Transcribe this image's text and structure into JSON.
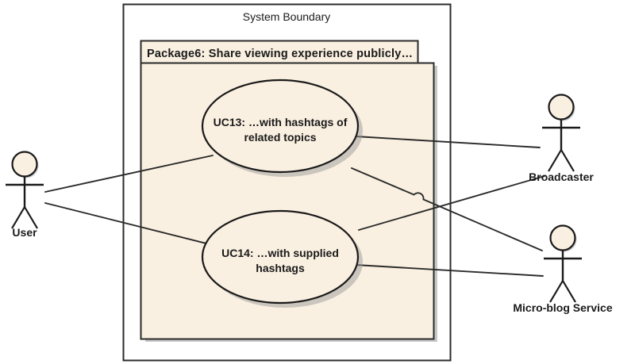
{
  "diagram": {
    "type": "uml-use-case-diagram",
    "background_color": "#FFFFFF",
    "fill_color": "#FAF0E1",
    "stroke_color": "#2B2B2B",
    "text_color": "#1A1A1A",
    "shadow_color": "#8C8C8C"
  },
  "system_boundary": {
    "title": "System Boundary"
  },
  "package": {
    "title": "Package6: Share viewing experience publicly…"
  },
  "use_cases": [
    {
      "id": "UC13",
      "line1": "UC13: …with hashtags of",
      "line2": "related topics"
    },
    {
      "id": "UC14",
      "line1": "UC14: …with supplied",
      "line2": "hashtags"
    }
  ],
  "actors": [
    {
      "id": "user",
      "label": "User"
    },
    {
      "id": "broadcaster",
      "label": "Broadcaster"
    },
    {
      "id": "microblog",
      "label": "Micro-blog Service"
    }
  ],
  "associations": [
    {
      "from": "user",
      "to": "UC13"
    },
    {
      "from": "user",
      "to": "UC14"
    },
    {
      "from": "UC13",
      "to": "broadcaster"
    },
    {
      "from": "UC13",
      "to": "microblog"
    },
    {
      "from": "UC14",
      "to": "broadcaster"
    },
    {
      "from": "UC14",
      "to": "microblog"
    }
  ]
}
